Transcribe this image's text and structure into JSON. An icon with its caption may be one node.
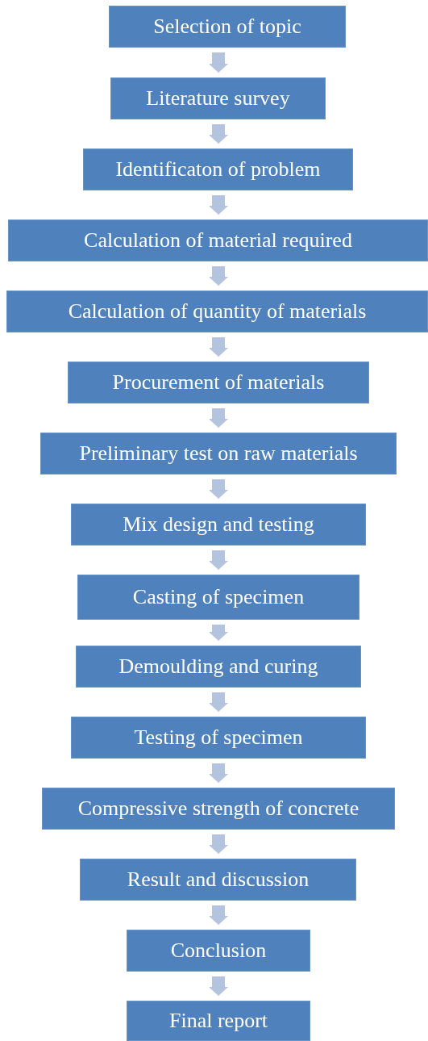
{
  "diagram": {
    "nodes": [
      {
        "text": [
          "Selection of topic"
        ]
      },
      {
        "text": [
          "Literature survey"
        ]
      },
      {
        "text": [
          "Identificaton of problem"
        ]
      },
      {
        "text": [
          "Calculation of material required"
        ]
      },
      {
        "text": [
          "Calculation of quantity of materials"
        ]
      },
      {
        "text": [
          "Procurement of materials"
        ]
      },
      {
        "text": [
          "Preliminary test on raw materials"
        ]
      },
      {
        "text": [
          "Mix design and testing"
        ]
      },
      {
        "text": [
          "Casting of specimen"
        ]
      },
      {
        "text": [
          "Demoulding and curing"
        ]
      },
      {
        "text": [
          "Testing of specimen"
        ]
      },
      {
        "text": [
          "Compressive strength of concrete"
        ]
      },
      {
        "text": [
          "Result and discussion"
        ]
      },
      {
        "text": [
          "Conclusion"
        ]
      },
      {
        "text": [
          "Final report"
        ]
      }
    ],
    "edges": [
      {
        "from": 0,
        "to": 1,
        "arrow": "to"
      },
      {
        "from": 1,
        "to": 2,
        "arrow": "to"
      },
      {
        "from": 2,
        "to": 3,
        "arrow": "to"
      },
      {
        "from": 3,
        "to": 4,
        "arrow": "to"
      },
      {
        "from": 4,
        "to": 5,
        "arrow": "to"
      },
      {
        "from": 5,
        "to": 6,
        "arrow": "to"
      },
      {
        "from": 6,
        "to": 7,
        "arrow": "to"
      },
      {
        "from": 7,
        "to": 8,
        "arrow": "to"
      },
      {
        "from": 8,
        "to": 9,
        "arrow": "to"
      },
      {
        "from": 9,
        "to": 10,
        "arrow": "to"
      },
      {
        "from": 10,
        "to": 11,
        "arrow": "to"
      },
      {
        "from": 11,
        "to": 12,
        "arrow": "to"
      },
      {
        "from": 12,
        "to": 13,
        "arrow": "to"
      },
      {
        "from": 13,
        "to": 14,
        "arrow": "to"
      }
    ]
  }
}
